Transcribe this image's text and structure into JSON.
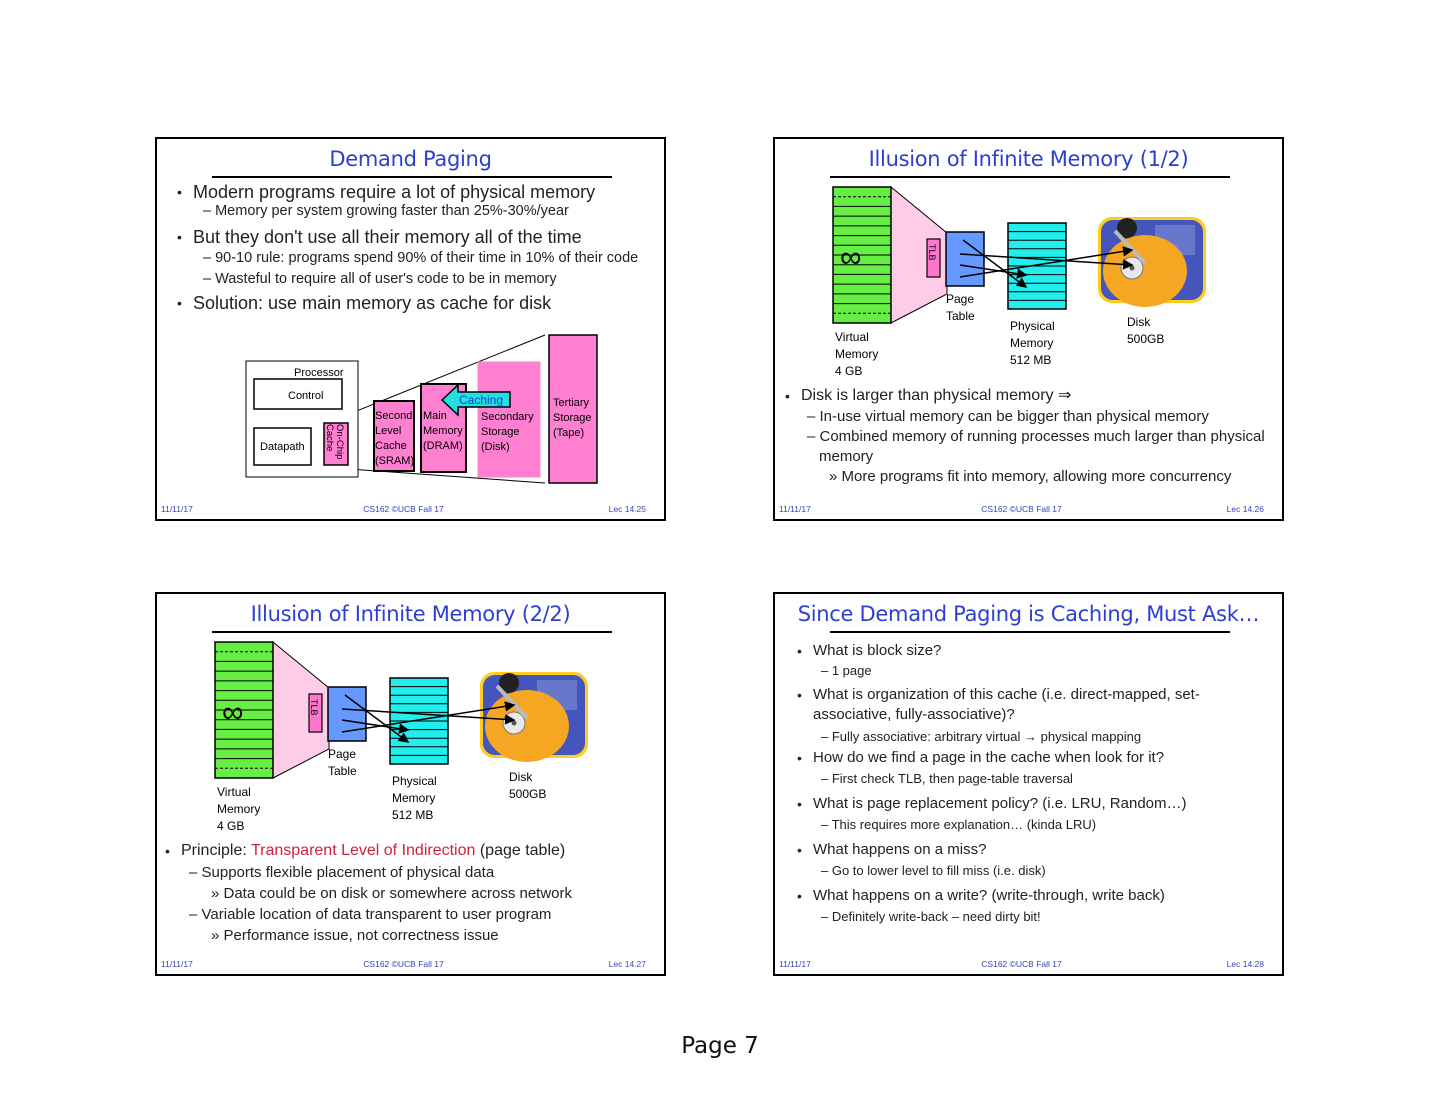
{
  "page_label": "Page 7",
  "slides": [
    {
      "title": "Demand Paging",
      "footer": {
        "date": "11/11/17",
        "course": "CS162 ©UCB Fall 17",
        "lecture": "Lec 14.25"
      },
      "bullets": [
        {
          "text": "Modern programs require a lot of physical memory",
          "subs": [
            "– Memory per system growing faster than 25%-30%/year"
          ]
        },
        {
          "text": "But they don't use all their memory all of the time",
          "subs": [
            "– 90-10 rule: programs spend 90% of their time in 10% of their code",
            "– Wasteful to require all of user's code to be in memory"
          ]
        },
        {
          "text": "Solution: use main memory as cache for disk",
          "subs": []
        }
      ],
      "diagram": {
        "processor": "Processor",
        "control": "Control",
        "datapath": "Datapath",
        "on_chip_cache": [
          "On-Chip",
          "Cache"
        ],
        "second_level": [
          "Second",
          "Level",
          "Cache",
          "(SRAM)"
        ],
        "main_memory": [
          "Main",
          "Memory",
          "(DRAM)"
        ],
        "secondary": [
          "Secondary",
          "Storage",
          "(Disk)"
        ],
        "tertiary": [
          "Tertiary",
          "Storage",
          "(Tape)"
        ],
        "caching_arrow": "Caching",
        "colors": {
          "storage": "#ff7fd1",
          "arrow": "#22e0e0"
        }
      }
    },
    {
      "title": "Illusion of Infinite Memory (1/2)",
      "footer": {
        "date": "11/11/17",
        "course": "CS162 ©UCB Fall 17",
        "lecture": "Lec 14.26"
      },
      "diagram": {
        "infinity": "∞",
        "tlb": "TLB",
        "page_table": [
          "Page",
          "Table"
        ],
        "virtual": [
          "Virtual",
          "Memory",
          "4 GB"
        ],
        "physical": [
          "Physical",
          "Memory",
          "512 MB"
        ],
        "disk": [
          "Disk",
          "500GB"
        ],
        "colors": {
          "virtual": "#66ee44",
          "physical": "#22eeee",
          "page_table": "#6699ff",
          "tlb": "#ff77cc",
          "funnel": "#ffcce8",
          "disk_frame": "#ffcc33"
        }
      },
      "bullets": [
        {
          "text": "Disk is larger than physical memory ⇒",
          "subs": [
            "– In-use virtual memory can be bigger than physical memory",
            "– Combined memory of running processes much larger than physical memory"
          ],
          "subsubs": [
            "» More programs fit into memory, allowing more concurrency"
          ]
        }
      ]
    },
    {
      "title": "Illusion of Infinite Memory (2/2)",
      "footer": {
        "date": "11/11/17",
        "course": "CS162 ©UCB Fall 17",
        "lecture": "Lec 14.27"
      },
      "diagram": {
        "infinity": "∞",
        "tlb": "TLB",
        "page_table": [
          "Page",
          "Table"
        ],
        "virtual": [
          "Virtual",
          "Memory",
          "4 GB"
        ],
        "physical": [
          "Physical",
          "Memory",
          "512 MB"
        ],
        "disk": [
          "Disk",
          "500GB"
        ]
      },
      "principle": {
        "prefix": "Principle: ",
        "highlight": "Transparent Level of Indirection",
        "suffix": " (page table)"
      },
      "lines": [
        {
          "level": 2,
          "text": "– Supports flexible placement of physical data"
        },
        {
          "level": 3,
          "text": "» Data could be on disk or somewhere across network"
        },
        {
          "level": 2,
          "text": "– Variable location of data transparent to user program"
        },
        {
          "level": 3,
          "text": "» Performance issue, not correctness issue"
        }
      ]
    },
    {
      "title": "Since Demand Paging is Caching, Must Ask…",
      "footer": {
        "date": "11/11/17",
        "course": "CS162 ©UCB Fall 17",
        "lecture": "Lec 14.28"
      },
      "bullets": [
        {
          "text": "What is block size?",
          "subs": [
            "– 1 page"
          ]
        },
        {
          "text": "What is organization of this cache (i.e. direct-mapped, set-associative, fully-associative)?",
          "subs": [
            "– Fully associative: arbitrary virtual → physical mapping"
          ]
        },
        {
          "text": "How do we find a page in the cache when look for it?",
          "subs": [
            "– First check TLB, then page-table traversal"
          ]
        },
        {
          "text": "What is page replacement policy? (i.e. LRU, Random…)",
          "subs": [
            "– This requires more explanation… (kinda LRU)"
          ]
        },
        {
          "text": "What happens on a miss?",
          "subs": [
            "– Go to lower level to fill miss (i.e. disk)"
          ]
        },
        {
          "text": "What happens on a write? (write-through, write back)",
          "subs": [
            "– Definitely write-back – need dirty bit!"
          ]
        }
      ]
    }
  ]
}
